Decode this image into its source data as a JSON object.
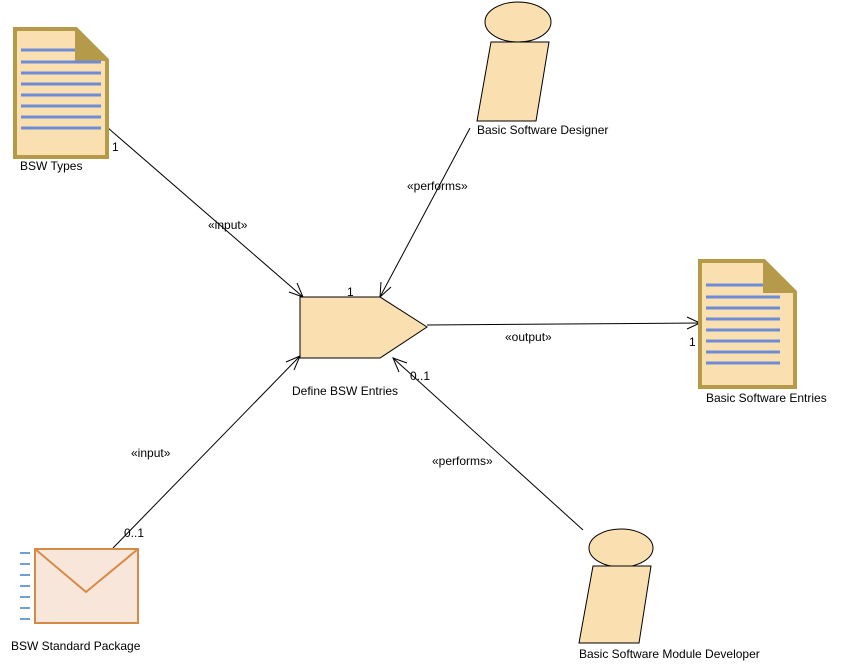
{
  "nodes": {
    "bsw_types": {
      "label": "BSW Types"
    },
    "basic_software_designer": {
      "label": "Basic Software Designer"
    },
    "define_bsw_entries": {
      "label": "Define BSW Entries"
    },
    "basic_software_entries": {
      "label": "Basic Software Entries"
    },
    "bsw_standard_package": {
      "label": "BSW Standard Package"
    },
    "basic_software_module_developer": {
      "label": "Basic Software Module Developer"
    }
  },
  "edges": {
    "types_to_task": {
      "stereotype": "«input»",
      "source_mult": "1",
      "target_mult": "1"
    },
    "designer_to_task": {
      "stereotype": "«performs»"
    },
    "task_to_entries": {
      "stereotype": "«output»",
      "target_mult": "1"
    },
    "package_to_task": {
      "stereotype": "«input»",
      "source_mult": "0..1"
    },
    "developer_to_task": {
      "stereotype": "«performs»",
      "target_mult": "0..1"
    }
  },
  "colors": {
    "fill_beige": "#FAE0B0",
    "document_border": "#B59A4A",
    "document_lines": "#6E8BD6",
    "envelope_border": "#D68A45",
    "envelope_fill": "#F8E6DB",
    "envelope_ticks": "#6EA0D6"
  },
  "icons": {
    "document": "document-icon",
    "role": "role-icon",
    "task": "task-icon",
    "package": "envelope-icon"
  }
}
